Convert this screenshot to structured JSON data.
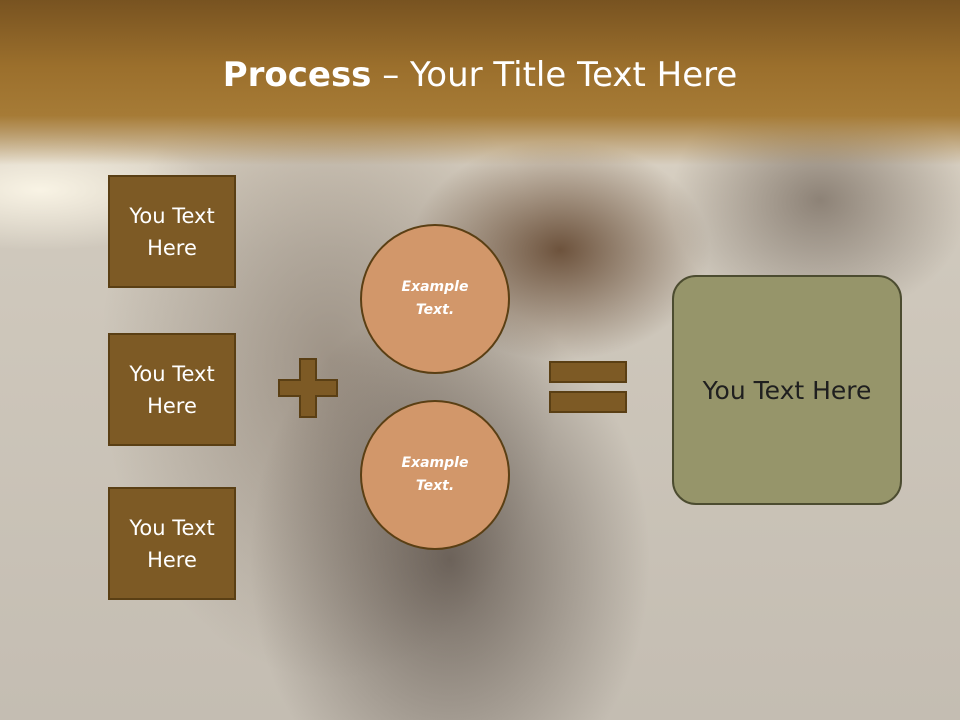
{
  "slide": {
    "title_bold": "Process",
    "title_rest": " – Your Title Text Here"
  },
  "left_boxes": [
    {
      "label": "You Text Here"
    },
    {
      "label": "You Text Here"
    },
    {
      "label": "You Text Here"
    }
  ],
  "circles": [
    {
      "label": "Example Text."
    },
    {
      "label": "Example Text."
    }
  ],
  "result_box": {
    "label": "You Text Here"
  },
  "operators": {
    "plus_icon": "plus-icon",
    "equals_icon": "equals-icon"
  },
  "colors": {
    "header": "#9b6f2c",
    "box_fill": "#7d5a25",
    "circle_fill": "#d2976a",
    "result_fill": "#96956a",
    "operator_fill": "#7d5a25"
  }
}
